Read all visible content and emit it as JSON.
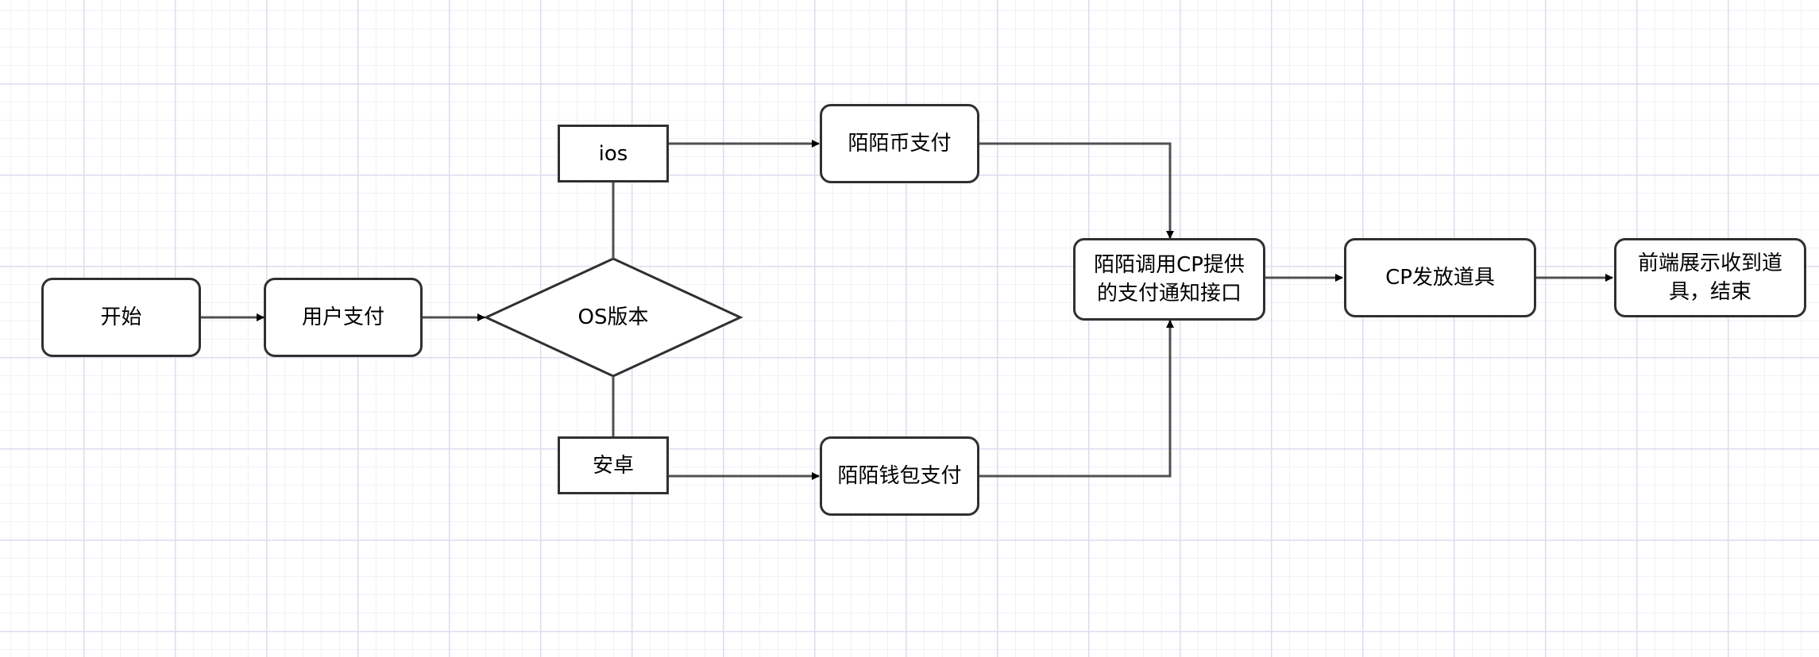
{
  "diagram": {
    "nodes": {
      "start": "开始",
      "user_pay": "用户支付",
      "os_version": "OS版本",
      "ios": "ios",
      "android": "安卓",
      "momo_coin_pay": "陌陌币支付",
      "momo_wallet_pay": "陌陌钱包支付",
      "notify": "陌陌调用CP提供的支付通知接口",
      "cp_issue": "CP发放道具",
      "frontend_end": "前端展示收到道具，结束"
    },
    "colors": {
      "stroke": "#303030",
      "fill": "#ffffff",
      "grid_major": "#dcdcf0",
      "grid_minor": "#f0f0f8"
    }
  }
}
